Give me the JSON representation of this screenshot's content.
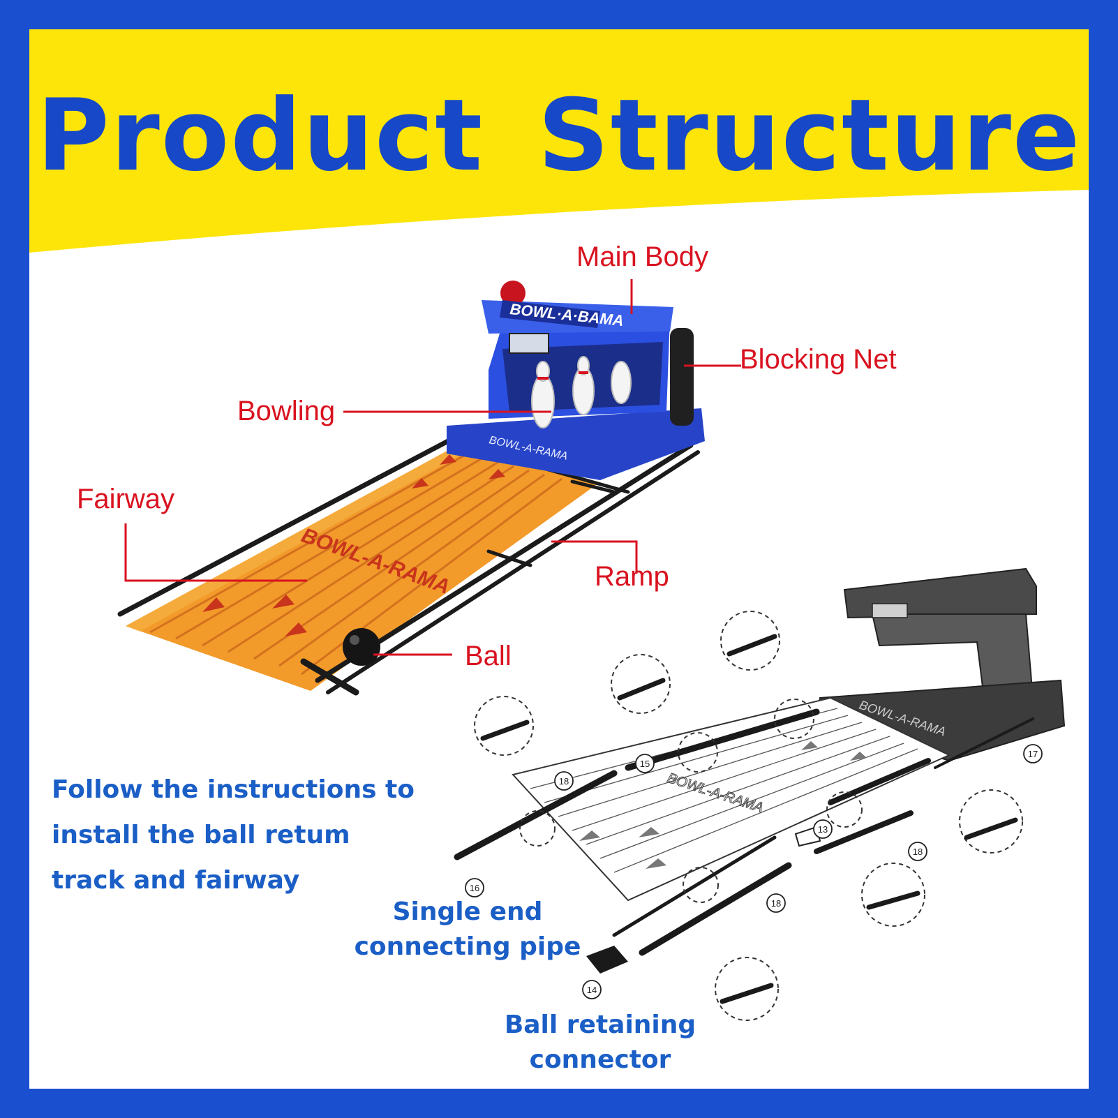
{
  "title": "Product Structure",
  "colors": {
    "border": "#1a4fd0",
    "banner": "#fde50a",
    "title_text": "#1748c8",
    "label_red": "#d9121f",
    "text_blue": "#1a5ec6",
    "lane_orange": "#f29a2a",
    "body_blue": "#2744c8",
    "exploded_gray": "#4a4a4a"
  },
  "product": {
    "brand_sign": "BOWL·A·BAMA",
    "brand_lane": "BOWL-A-RAMA"
  },
  "callouts": {
    "main_body": "Main Body",
    "blocking_net": "Blocking Net",
    "bowling": "Bowling",
    "fairway": "Fairway",
    "ramp": "Ramp",
    "ball": "Ball"
  },
  "instructions": {
    "line1": "Follow the instructions to",
    "line2": "install the ball retum",
    "line3": "track and fairway"
  },
  "part_labels": {
    "single_end_pipe_line1": "Single end",
    "single_end_pipe_line2": "connecting pipe",
    "ball_retaining_line1": "Ball retaining",
    "ball_retaining_line2": "connector"
  },
  "part_numbers": {
    "p13": "13",
    "p14": "14",
    "p15": "15",
    "p16": "16",
    "p17": "17",
    "p18a": "18",
    "p18b": "18",
    "p18c": "18"
  }
}
